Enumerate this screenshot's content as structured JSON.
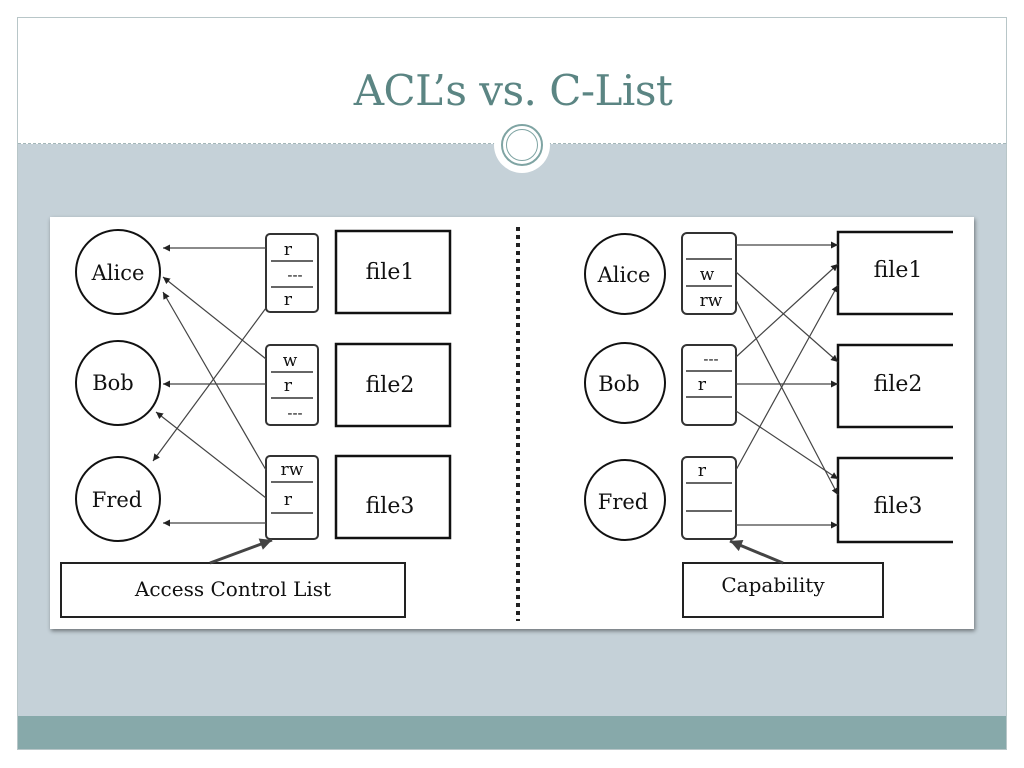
{
  "slide": {
    "title": "ACL’s vs. C-List"
  },
  "colors": {
    "title": "#5b8583",
    "body_background": "#c5d1d8",
    "footer_band": "#87a9aa",
    "ornament": "#7fa4a3"
  },
  "acl_diagram": {
    "subjects": [
      "Alice",
      "Bob",
      "Fred"
    ],
    "files": [
      "file1",
      "file2",
      "file3"
    ],
    "lists": [
      [
        "r",
        "---",
        "r"
      ],
      [
        "w",
        "r",
        "---"
      ],
      [
        "rw",
        "r",
        ""
      ]
    ],
    "caption": "Access Control List"
  },
  "capability_diagram": {
    "subjects": [
      "Alice",
      "Bob",
      "Fred"
    ],
    "files": [
      "file1",
      "file2",
      "file3"
    ],
    "lists": [
      [
        "",
        "w",
        "rw"
      ],
      [
        "---",
        "r",
        ""
      ],
      [
        "r",
        "",
        ""
      ]
    ],
    "caption": "Capability"
  }
}
